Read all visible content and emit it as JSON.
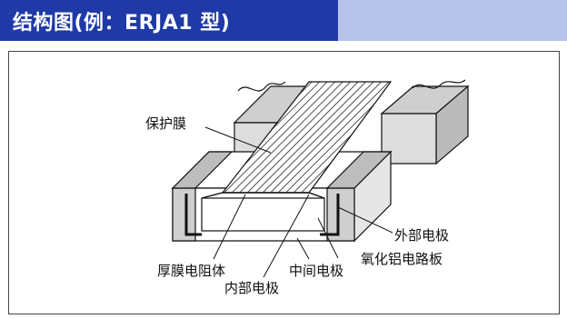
{
  "header": {
    "title": "结构图(例：ERJA1 型)"
  },
  "diagram": {
    "labels": {
      "protective_film": "保护膜",
      "thick_film_resistor": "厚膜电阻体",
      "inner_electrode": "内部电极",
      "middle_electrode": "中间电极",
      "alumina_substrate": "氧化铝电路板",
      "outer_electrode": "外部电极"
    }
  },
  "colors": {
    "header_band": "#1f3aa6",
    "header_bar": "#b7c2e8",
    "electrode_gray": "#cfcfcf",
    "line": "#111111"
  }
}
